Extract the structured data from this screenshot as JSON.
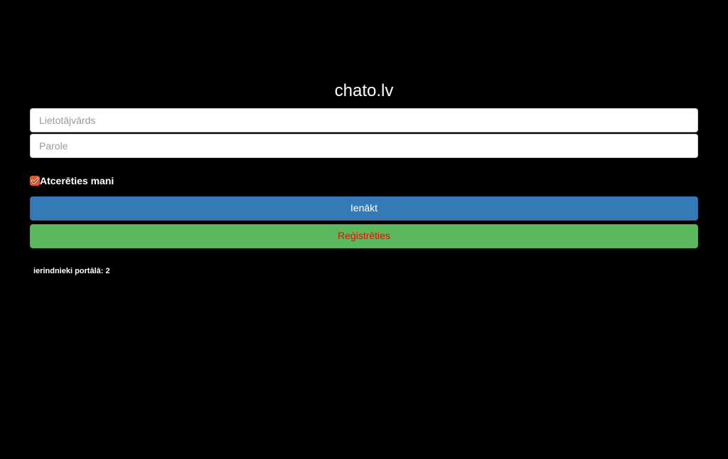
{
  "page": {
    "title": "chato.lv",
    "background_color": "#000000"
  },
  "form": {
    "username": {
      "placeholder": "Lietotājvārds",
      "value": ""
    },
    "password": {
      "placeholder": "Parole",
      "value": ""
    },
    "remember": {
      "label": "Atcerēties mani",
      "checked": true,
      "checkbox_color": "#e8532c"
    },
    "login_button": {
      "label": "Ienākt",
      "background_color": "#337ab7",
      "text_color": "#ffffff"
    },
    "register_button": {
      "label": "Reģistrēties",
      "background_color": "#5cb85c",
      "text_color": "#ff0000"
    }
  },
  "footer": {
    "members_text": "ierindnieki portālā: 2"
  }
}
